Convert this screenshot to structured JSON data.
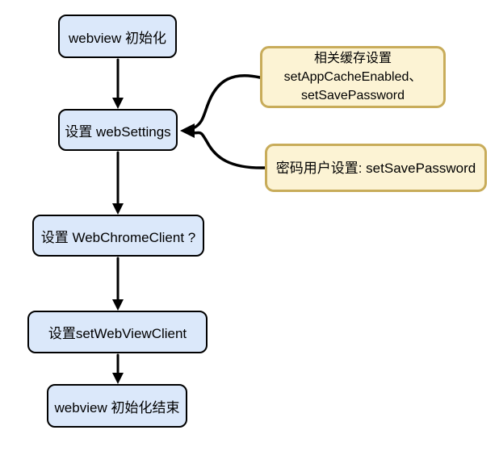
{
  "diagram": {
    "nodes": [
      {
        "label": "webview 初始化"
      },
      {
        "label": "设置 webSettings"
      },
      {
        "label": "设置 WebChromeClient ?"
      },
      {
        "label": "设置setWebViewClient"
      },
      {
        "label": "webview 初始化结束"
      }
    ],
    "notes": [
      {
        "lines": [
          "相关缓存设置",
          "setAppCacheEnabled、",
          "setSavePassword"
        ]
      },
      {
        "label": "密码用户设置: setSavePassword"
      }
    ],
    "edges": [
      {
        "from": "webview 初始化",
        "to": "设置 webSettings"
      },
      {
        "from": "设置 webSettings",
        "to": "设置 WebChromeClient ?"
      },
      {
        "from": "设置 WebChromeClient ?",
        "to": "设置setWebViewClient"
      },
      {
        "from": "设置setWebViewClient",
        "to": "webview 初始化结束"
      },
      {
        "from": "相关缓存设置 setAppCacheEnabled、setSavePassword",
        "to": "设置 webSettings"
      },
      {
        "from": "密码用户设置: setSavePassword",
        "to": "设置 webSettings"
      }
    ],
    "colors": {
      "background": "#ffffff",
      "node_fill": "#dbe8fa",
      "node_border": "#000000",
      "note_fill": "#fcf3d4",
      "note_border": "#c8ac5a",
      "arrow": "#000000",
      "text": "#000000"
    }
  }
}
